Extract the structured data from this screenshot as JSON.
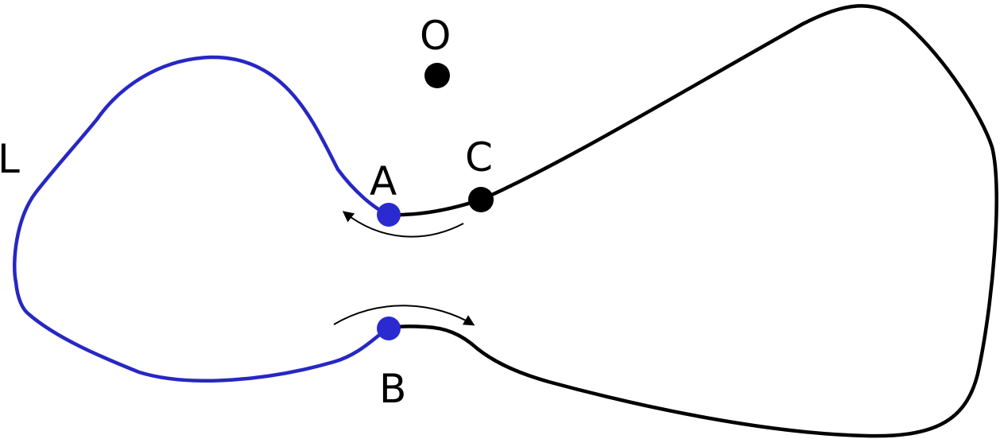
{
  "colors": {
    "blue_curve": "#2727c4",
    "black_curve": "#000000",
    "point_blue": "#2a2ad0",
    "point_black": "#000000",
    "background": "#ffffff"
  },
  "labels": {
    "L": "L",
    "O": "O",
    "A": "A",
    "B": "B",
    "C": "C"
  }
}
